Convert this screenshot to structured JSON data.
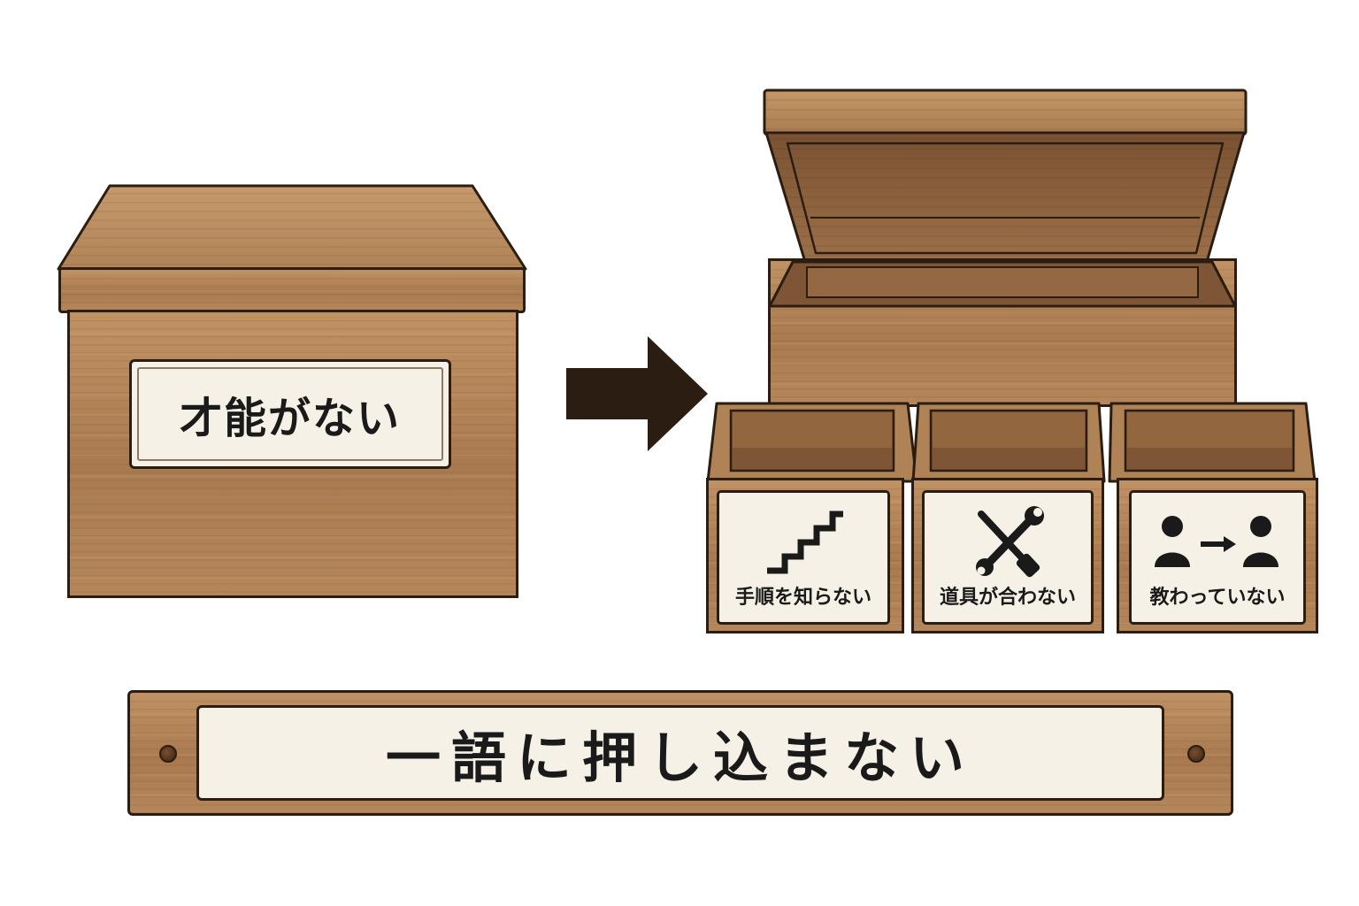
{
  "closed_box": {
    "label": "才能がない"
  },
  "arrow": {
    "icon": "right-arrow-icon",
    "color": "#2b1d12"
  },
  "small_boxes": [
    {
      "label": "手順を知らない",
      "icon": "stairs-icon"
    },
    {
      "label": "道具が合わない",
      "icon": "wrench-screwdriver-icon"
    },
    {
      "label": "教わっていない",
      "icon": "person-to-person-icon"
    }
  ],
  "plank": {
    "label": "一語に押し込まない"
  },
  "colors": {
    "wood": "#b5865a",
    "wood_dark": "#8e6440",
    "outline": "#2b1d12",
    "label_bg": "#f6f1e6"
  }
}
